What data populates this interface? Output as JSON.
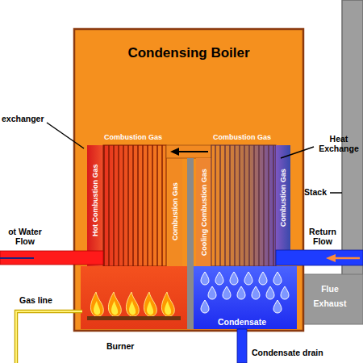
{
  "diagram": {
    "nodes": [
      {
        "text": [
          "Condensing Boiler"
        ]
      },
      {
        "text": [
          "Flue",
          "Exhaust"
        ]
      }
    ],
    "labels": [
      "exchanger",
      "Combustion Gas",
      "Combustion Gas",
      "Heat Exchange",
      "Hot Combustion Gas",
      "Combustion Gas",
      "Cooling Combustion Gas",
      "Combustion Gas",
      "Stack",
      "ot Water Flow",
      "Return Flow",
      "Gas line",
      "Burner",
      "Condensate",
      "Condensate drain"
    ]
  }
}
